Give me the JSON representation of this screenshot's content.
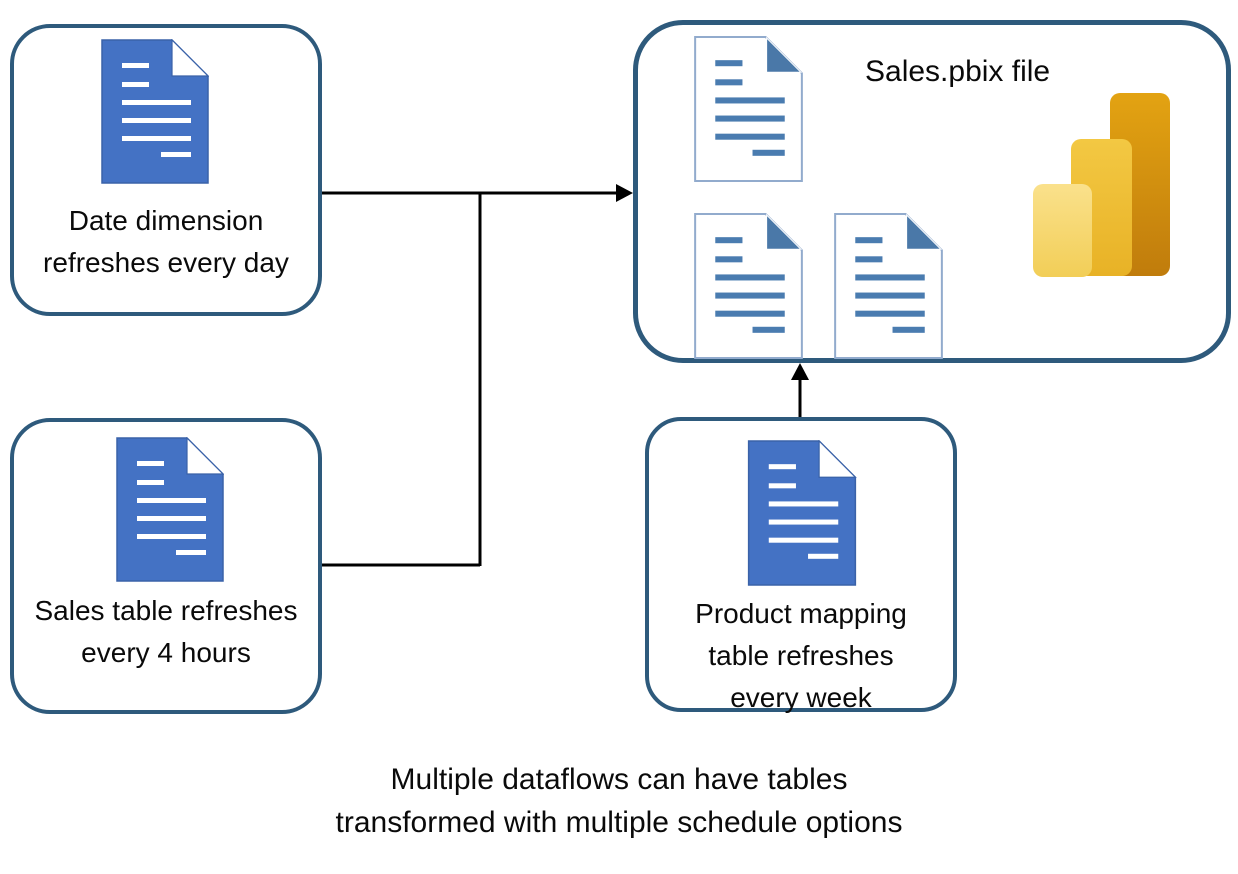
{
  "diagram": {
    "boxes": {
      "date_dimension": {
        "icon": "document",
        "lines": [
          "Date dimension",
          "refreshes every day"
        ]
      },
      "sales_table": {
        "icon": "document",
        "lines": [
          "Sales table refreshes",
          "every 4 hours"
        ]
      },
      "product_mapping": {
        "icon": "document",
        "lines": [
          "Product mapping",
          "table refreshes",
          "every week"
        ]
      },
      "pbix": {
        "title": "Sales.pbix file",
        "document_count": 3,
        "logo": "power-bi-logo"
      }
    },
    "connectors": [
      {
        "from": "date_dimension",
        "to": "pbix",
        "type": "arrow"
      },
      {
        "from": "sales_table",
        "to": "pbix",
        "type": "arrow",
        "note": "merges into date_dimension arrow"
      },
      {
        "from": "product_mapping",
        "to": "pbix",
        "type": "arrow"
      }
    ],
    "caption": {
      "lines": [
        "Multiple dataflows can have tables",
        "transformed with multiple schedule options"
      ]
    },
    "colors": {
      "box_border": "#2E5A7C",
      "doc_fill_blue": "#4472C4",
      "doc_outline_blue": "#92ABCD",
      "doc_text_line_blue": "#4A7CB0",
      "doc_fold_blue": "#4A78A8",
      "arrow": "#000000",
      "pbi_bar_dark": "#C5830D",
      "pbi_bar_mid": "#EFC03A",
      "pbi_bar_light": "#F8DC74",
      "text": "#0a0a0a"
    }
  }
}
